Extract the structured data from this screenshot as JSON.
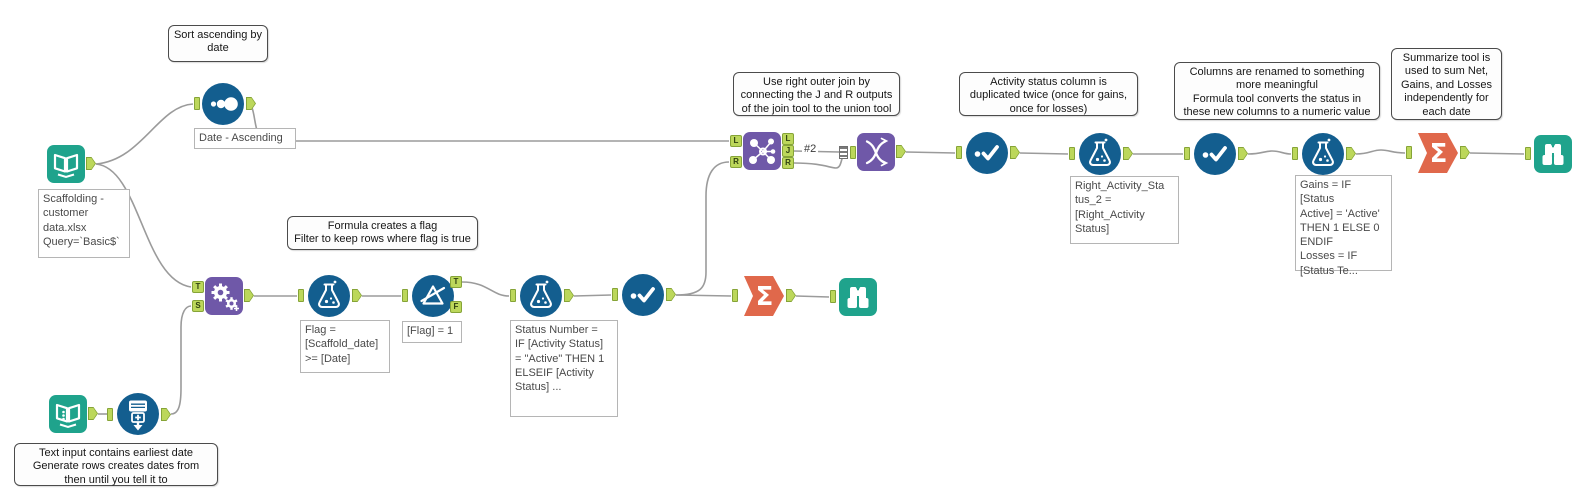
{
  "colors": {
    "teal": "#1FA38C",
    "blue": "#135E8F",
    "purple": "#6F58A8",
    "orange": "#E0684B",
    "anchor_fill": "#BCD75B",
    "anchor_border": "#86A437",
    "wire": "#9B9B9B"
  },
  "workflow": {
    "comments": [
      {
        "name": "sort",
        "text": "Sort ascending by\ndate"
      },
      {
        "name": "formula-filter",
        "text": "Formula creates a flag\nFilter to keep rows where flag is true"
      },
      {
        "name": "right-outer-join",
        "text": "Use right outer join by\nconnecting the J and R outputs\nof the join tool to the union tool"
      },
      {
        "name": "activity-status",
        "text": "Activity status column is\nduplicated twice (once for gains,\nonce for losses)"
      },
      {
        "name": "columns-renamed",
        "text": "Columns are renamed to something\nmore meaningful\nFormula tool converts the status in\nthese new columns to a numeric value"
      },
      {
        "name": "summarize",
        "text": "Summarize tool is\nused to sum Net,\nGains, and Losses\nindependently for\neach date"
      },
      {
        "name": "text-input",
        "text": "Text input contains earliest date\nGenerate rows creates dates from\nthen until you tell it to"
      }
    ],
    "annotations": [
      {
        "name": "input-data",
        "text": "Scaffolding -\ncustomer\ndata.xlsx\nQuery=`Basic$`"
      },
      {
        "name": "sort",
        "text": "Date - Ascending"
      },
      {
        "name": "formula-flag",
        "text": "Flag =\n[Scaffold_date]\n>= [Date]"
      },
      {
        "name": "filter",
        "text": "[Flag] = 1"
      },
      {
        "name": "formula-status",
        "text": "Status Number =\nIF [Activity Status]\n= \"Active\" THEN 1\nELSEIF [Activity\nStatus] ..."
      },
      {
        "name": "formula-right-activity",
        "text": "Right_Activity_Sta\ntus_2 =\n[Right_Activity\nStatus]"
      },
      {
        "name": "formula-gains-losses",
        "text": "Gains = IF [Status\nActive] = 'Active'\nTHEN 1 ELSE 0\nENDIF\nLosses = IF\n[Status Te..."
      }
    ],
    "wire_labels": {
      "join_to_union": "#2"
    },
    "anchor_labels": {
      "T": "T",
      "S": "S",
      "L": "L",
      "R": "R",
      "J": "J",
      "F": "F"
    },
    "icons": {
      "sigma": "Σ"
    }
  }
}
